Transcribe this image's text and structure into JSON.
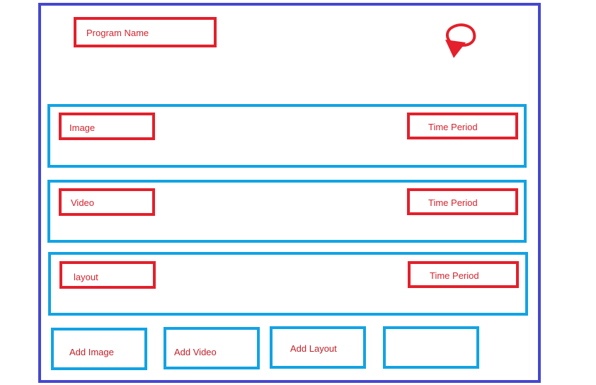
{
  "header": {
    "program_name": "Program Name",
    "refresh_icon": "refresh-icon"
  },
  "rows": [
    {
      "label": "Image",
      "time": "Time Period"
    },
    {
      "label": "Video",
      "time": "Time Period"
    },
    {
      "label": "layout",
      "time": "Time Period"
    }
  ],
  "buttons": {
    "add_image": "Add Image",
    "add_video": "Add Video",
    "add_layout": "Add Layout",
    "empty": ""
  },
  "colors": {
    "frame": "#4547cf",
    "red": "#e3202b",
    "blue": "#12a3e4"
  }
}
